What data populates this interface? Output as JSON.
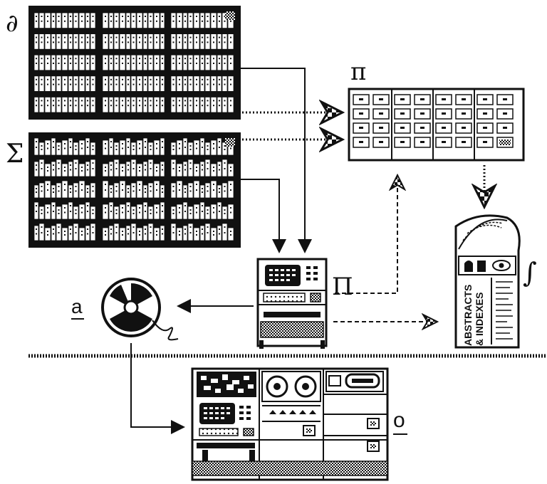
{
  "labels": {
    "shelf_a": "∂",
    "shelf_b": "Σ",
    "catalog": "π",
    "computer": "Π",
    "abstracts": "∫",
    "tape": "a",
    "output": "o"
  },
  "book_text": {
    "line1": "ABSTRACTS",
    "line2": "& INDEXES"
  },
  "colors": {
    "ink": "#111111",
    "paper": "#ffffff",
    "gray": "#9a9a9a"
  }
}
